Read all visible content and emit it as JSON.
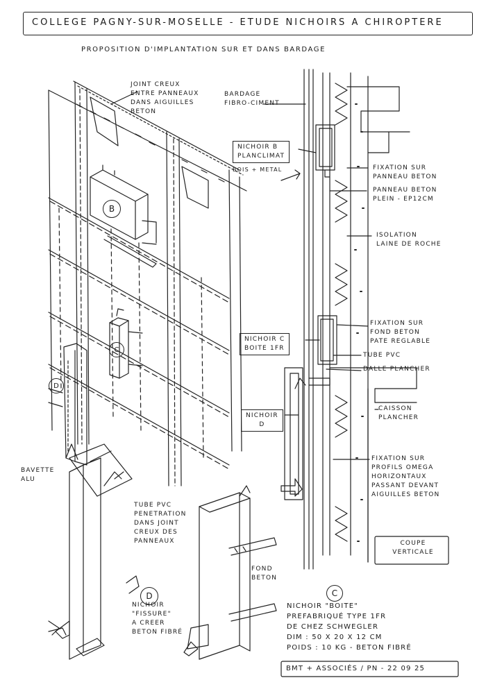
{
  "header": {
    "title": "COLLEGE PAGNY-SUR-MOSELLE - ETUDE NICHOIRS A CHIROPTERE",
    "subtitle": "PROPOSITION D'IMPLANTATION SUR ET DANS BARDAGE"
  },
  "labels": {
    "joint_creux": [
      "JOINT CREUX",
      "ENTRE PANNEAUX",
      "DANS AIGUILLES",
      "BETON"
    ],
    "bardage": [
      "BARDAGE",
      "FIBRO-CIMENT"
    ],
    "nichoir_b": [
      "NICHOIR B",
      "PLANCLIMAT"
    ],
    "bois_metal": "BOIS + METAL",
    "fixation_panneau": [
      "FIXATION SUR",
      "PANNEAU BETON"
    ],
    "panneau_beton": [
      "PANNEAU BETON",
      "PLEIN - EP12CM"
    ],
    "isolation": [
      "ISOLATION",
      "LAINE DE ROCHE"
    ],
    "fixation_fond": [
      "FIXATION SUR",
      "FOND BETON",
      "PATE REGLABLE"
    ],
    "nichoir_c": [
      "NICHOIR C",
      "BOITE 1FR"
    ],
    "tube_pvc": "TUBE PVC",
    "dalle": "DALLE PLANCHER",
    "nichoir_d": [
      "NICHOIR",
      "D"
    ],
    "caisson": [
      "CAISSON",
      "PLANCHER"
    ],
    "fixation_profils": [
      "FIXATION SUR",
      "PROFILS OMEGA",
      "HORIZONTAUX",
      "PASSANT DEVANT",
      "AIGUILLES BETON"
    ],
    "bavette": [
      "BAVETTE",
      "ALU"
    ],
    "tube_pvc_pen": [
      "TUBE PVC",
      "PENETRATION",
      "DANS JOINT",
      "CREUX DES",
      "PANNEAUX"
    ],
    "coupe": [
      "COUPE",
      "VERTICALE"
    ],
    "fond_beton": [
      "FOND",
      "BETON"
    ],
    "nichoir_fissure": [
      "NICHOIR",
      "\"FISSURE\"",
      "A CREER",
      "BETON FIBRÉ"
    ],
    "nichoir_boite": [
      "NICHOIR \"BOITE\"",
      "PREFABRIQUÉ TYPE 1FR",
      "DE CHEZ SCHWEGLER",
      "DIM : 50 x 20 x 12 cm",
      "POIDS : 10 Kg - BETON FIBRÉ"
    ],
    "signature": "BMT + ASSOCIÉS / PN - 22 09 25",
    "marker_b": "B",
    "marker_c": "C",
    "marker_d": "D",
    "marker_d2": "D",
    "marker_c2": "C"
  }
}
